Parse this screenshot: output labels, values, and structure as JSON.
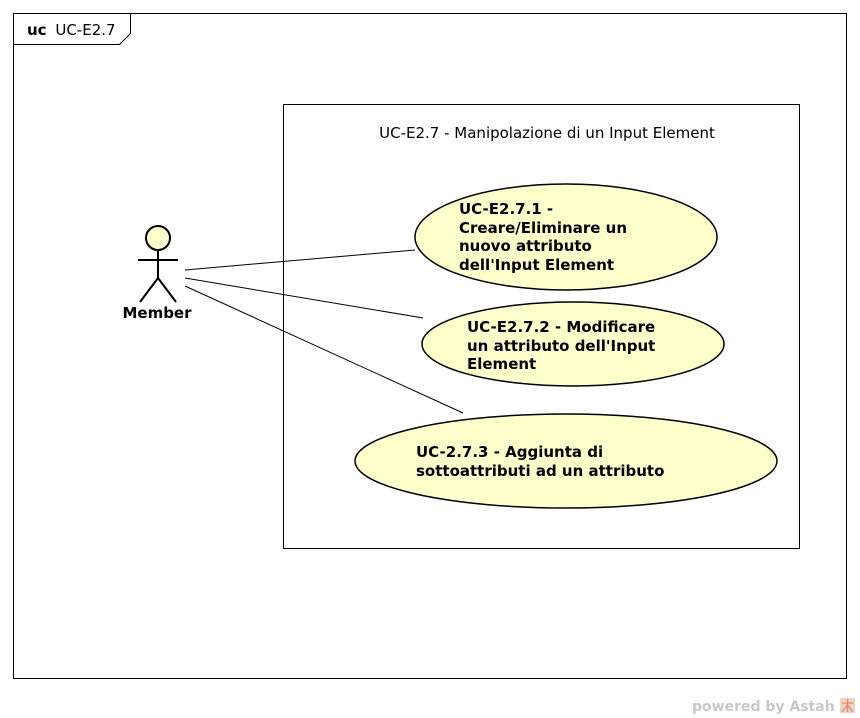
{
  "frame": {
    "keyword": "uc",
    "name": "UC-E2.7"
  },
  "system": {
    "title": "UC-E2.7 - Manipolazione di un Input Element"
  },
  "actor": {
    "label": "Member"
  },
  "use_cases": [
    {
      "lines": [
        "UC-E2.7.1 -",
        "Creare/Eliminare un",
        "nuovo attributo",
        "dell'Input Element"
      ]
    },
    {
      "lines": [
        "UC-E2.7.2 - Modificare",
        "un attributo dell'Input",
        "Element"
      ]
    },
    {
      "lines": [
        "UC-2.7.3 - Aggiunta di",
        "sottoattributi ad un attributo"
      ]
    }
  ],
  "footer": {
    "text": "powered by Astah"
  },
  "colors": {
    "usecase_fill": "#ffffcc",
    "line": "#000000"
  }
}
